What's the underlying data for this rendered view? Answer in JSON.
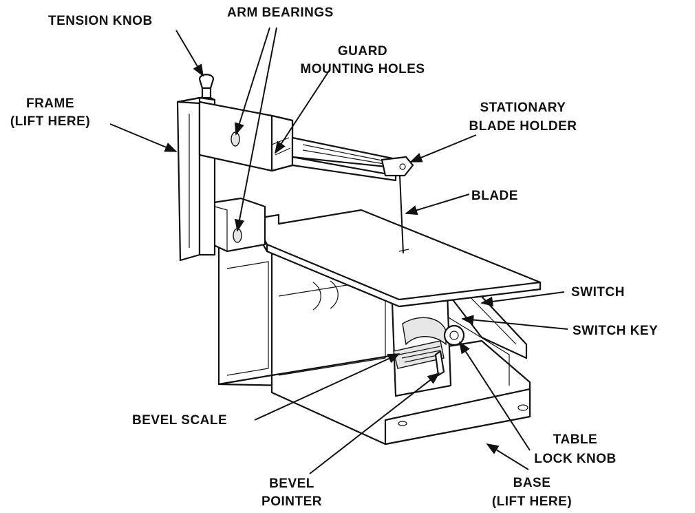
{
  "labels": {
    "tension_knob": "TENSION KNOB",
    "arm_bearings": "ARM BEARINGS",
    "guard_mounting_holes": [
      "GUARD",
      "MOUNTING HOLES"
    ],
    "frame": [
      "FRAME",
      "(LIFT HERE)"
    ],
    "stationary_blade_holder": [
      "STATIONARY",
      "BLADE HOLDER"
    ],
    "blade": "BLADE",
    "switch": "SWITCH",
    "switch_key": "SWITCH KEY",
    "bevel_scale": "BEVEL SCALE",
    "table_lock_knob": [
      "TABLE",
      "LOCK KNOB"
    ],
    "bevel_pointer": [
      "BEVEL",
      "POINTER"
    ],
    "base": [
      "BASE",
      "(LIFT HERE)"
    ]
  },
  "colors": {
    "ink": "#111111",
    "paper": "#ffffff",
    "shade": "#e6e6e6"
  }
}
